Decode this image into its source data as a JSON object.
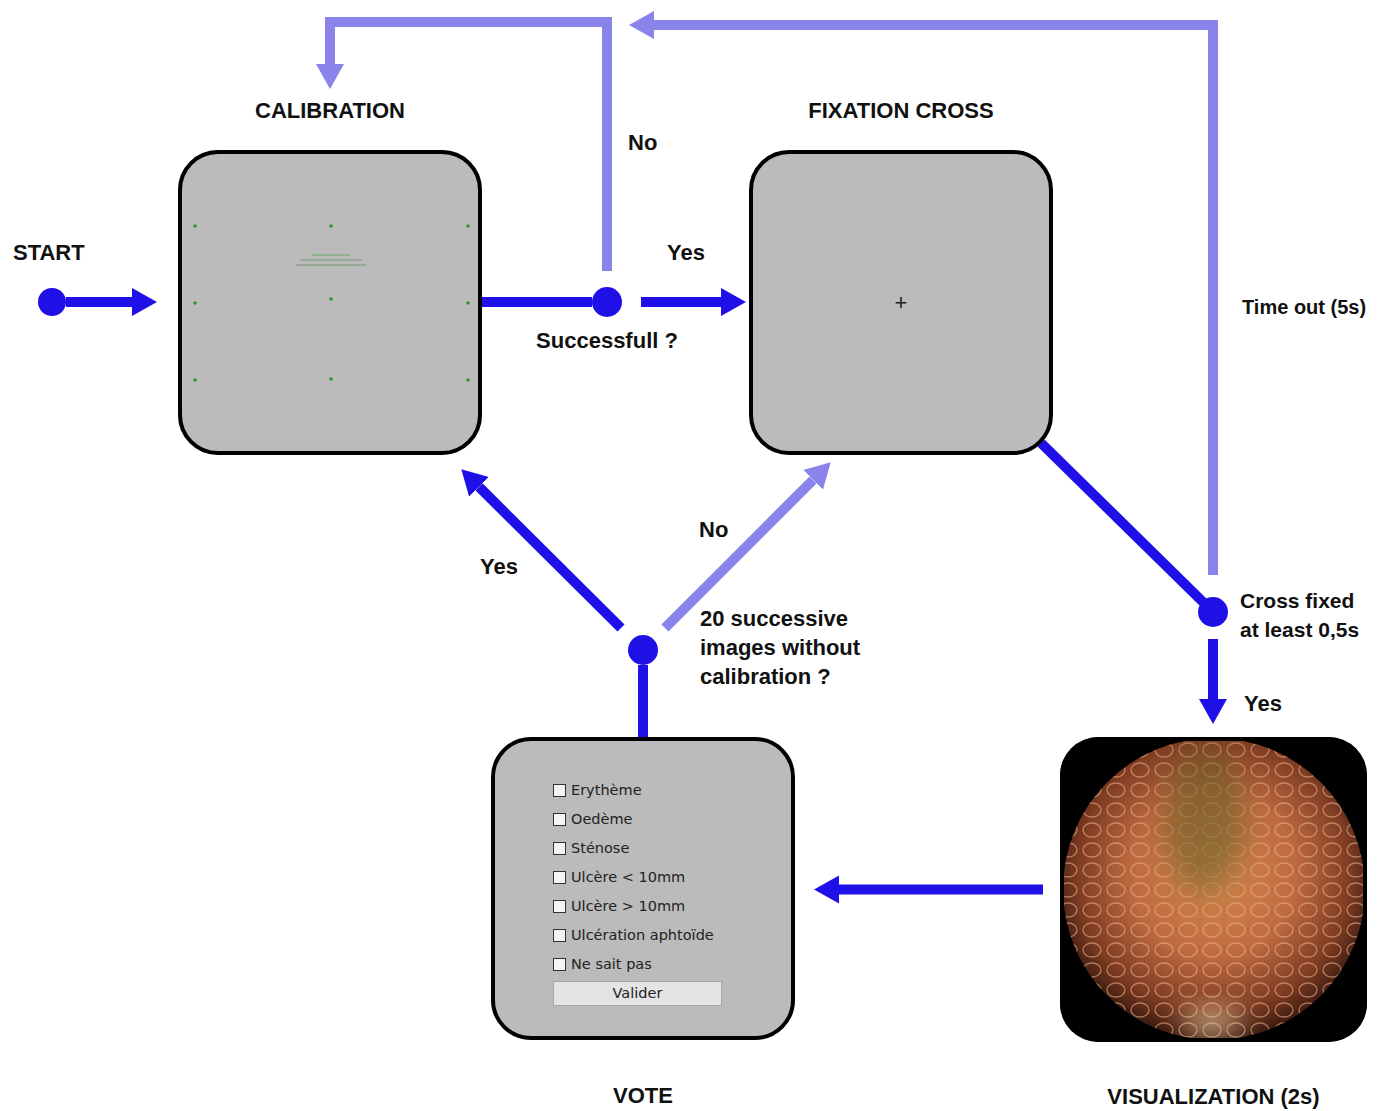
{
  "diagram": {
    "nodes": [
      {
        "text": [
          "START"
        ]
      },
      {
        "text": [
          "CALIBRATION"
        ]
      },
      {
        "text": [
          "Successfull ?"
        ]
      },
      {
        "text": [
          "FIXATION CROSS",
          "+"
        ]
      },
      {
        "text": [
          "Cross fixed at least 0,5s"
        ]
      },
      {
        "text": [
          "VISUALIZATION (2s)"
        ]
      },
      {
        "text": [
          "Erythème",
          "Oedème",
          "Sténose",
          "Ulcère < 10mm",
          "Ulcère > 10mm",
          "Ulcération aphtoïde",
          "Ne sait pas",
          "Valider",
          "VOTE"
        ]
      },
      {
        "text": [
          "20 successive images without calibration ?"
        ]
      }
    ],
    "edges": [
      {
        "from": 0,
        "to": 1,
        "arrow": "to"
      },
      {
        "from": 1,
        "to": 2,
        "arrow": "none"
      },
      {
        "from": 2,
        "to": 1,
        "label": "No",
        "arrow": "to"
      },
      {
        "from": 2,
        "to": 3,
        "label": "Yes",
        "arrow": "to"
      },
      {
        "from": 3,
        "to": 4,
        "arrow": "none"
      },
      {
        "from": 4,
        "to": 1,
        "label": "Time out (5s)",
        "arrow": "to"
      },
      {
        "from": 4,
        "to": 5,
        "label": "Yes",
        "arrow": "to"
      },
      {
        "from": 5,
        "to": 6,
        "arrow": "to"
      },
      {
        "from": 6,
        "to": 7,
        "arrow": "none"
      },
      {
        "from": 7,
        "to": 1,
        "label": "Yes",
        "arrow": "to"
      },
      {
        "from": 7,
        "to": 3,
        "label": "No",
        "arrow": "to"
      }
    ]
  }
}
